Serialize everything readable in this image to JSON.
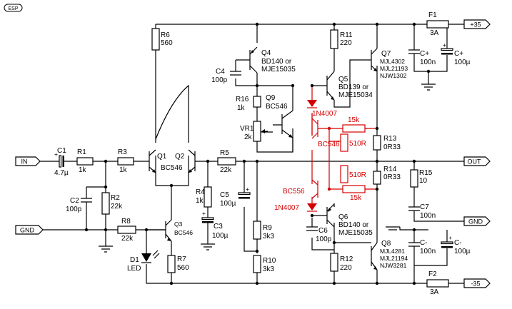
{
  "logo": "ESP",
  "ports": {
    "input": "IN",
    "ground_left": "GND",
    "output": "OUT",
    "ground_right": "GND",
    "supply_pos": "+35",
    "supply_neg": "-35"
  },
  "labels": {
    "C1": [
      "C1",
      "4.7µ"
    ],
    "R1": [
      "R1",
      "1k"
    ],
    "R3": [
      "R3",
      "1k"
    ],
    "C2": [
      "C2",
      "100p"
    ],
    "R2": [
      "R2",
      "22k"
    ],
    "R8": [
      "R8",
      "22k"
    ],
    "R6": [
      "R6",
      "560"
    ],
    "Q1": [
      "Q1"
    ],
    "Q2": [
      "Q2"
    ],
    "Q12type": [
      "BC546"
    ],
    "Q3": [
      "Q3",
      "BC546"
    ],
    "D1": [
      "D1",
      "LED"
    ],
    "R7": [
      "R7",
      "560"
    ],
    "R5": [
      "R5",
      "22k"
    ],
    "R4": [
      "R4",
      "1k"
    ],
    "C3": [
      "C3",
      "100µ"
    ],
    "C5": [
      "C5",
      "100µ"
    ],
    "C4": [
      "C4",
      "100p"
    ],
    "Q4": [
      "Q4",
      "BD140 or",
      "MJE15035"
    ],
    "R16": [
      "R16",
      "1k"
    ],
    "Q9": [
      "Q9",
      "BC546"
    ],
    "VR1": [
      "VR1",
      "2k"
    ],
    "R9": [
      "R9",
      "3k3"
    ],
    "R10": [
      "R10",
      "3k3"
    ],
    "R11": [
      "R11",
      "220"
    ],
    "Q5": [
      "Q5",
      "BD139 or",
      "MJE15034"
    ],
    "Q7": [
      "Q7",
      "MJL4302",
      "MJL21193",
      "NJW1302"
    ],
    "CP": [
      "C+",
      "100n"
    ],
    "CPe": [
      "C+",
      "100µ"
    ],
    "F1": [
      "F1",
      "3A"
    ],
    "D_top": [
      "1N4007"
    ],
    "R15k_top": [
      "15k"
    ],
    "BC546r": [
      "BC546"
    ],
    "R510_top": [
      "510R"
    ],
    "R13": [
      "R13",
      "0R33"
    ],
    "R510_bot": [
      "510R"
    ],
    "R14": [
      "R14",
      "0R33"
    ],
    "BC556r": [
      "BC556"
    ],
    "R15k_bot": [
      "15k"
    ],
    "D_bot": [
      "1N4007"
    ],
    "R15": [
      "R15",
      "10"
    ],
    "C7": [
      "C7",
      "100n"
    ],
    "Q6": [
      "Q6",
      "BD140 or",
      "MJE15035"
    ],
    "C6": [
      "C6",
      "100p"
    ],
    "R12": [
      "R12",
      "220"
    ],
    "Q8": [
      "Q8",
      "MJL4281",
      "MJL21194",
      "NJW3281"
    ],
    "CM": [
      "C-",
      "100n"
    ],
    "CMe": [
      "C-",
      "100µ"
    ],
    "F2": [
      "F2",
      "3A"
    ]
  },
  "colors": {
    "wire": "#000000",
    "highlight": "#d40000"
  }
}
